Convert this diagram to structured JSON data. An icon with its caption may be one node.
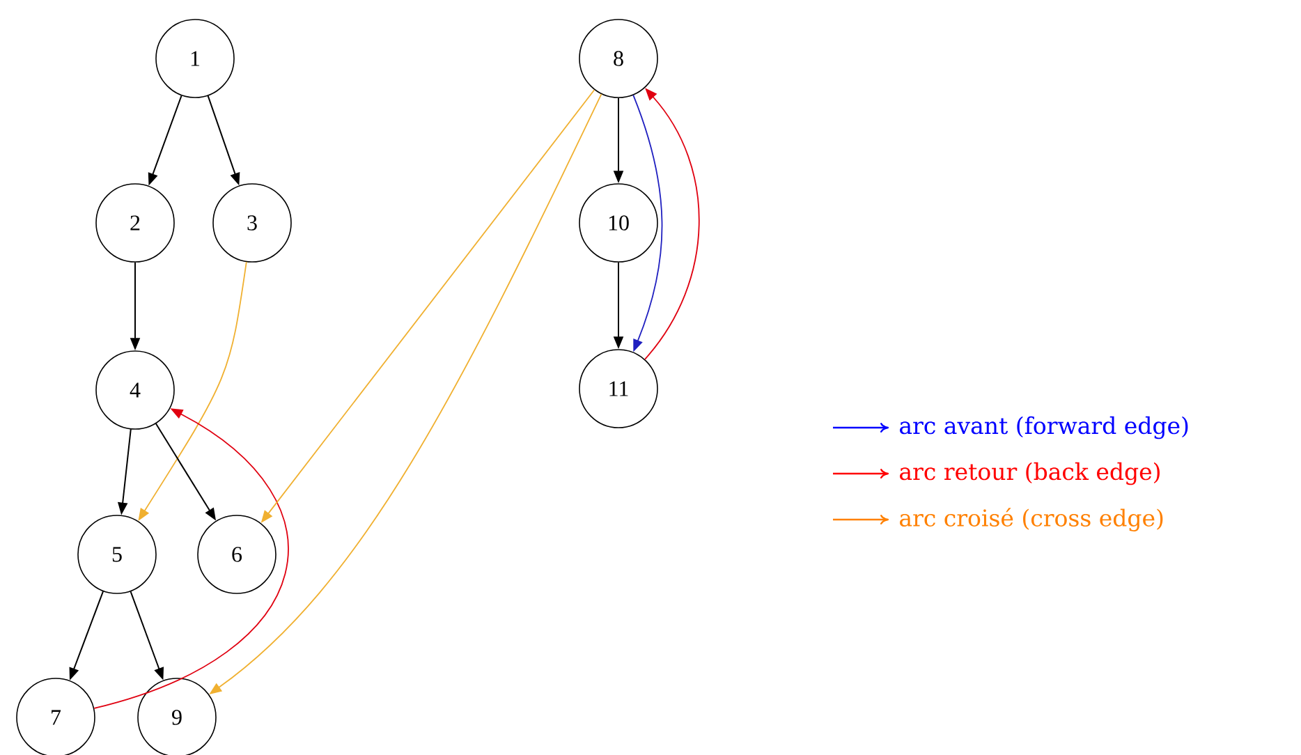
{
  "diagram": {
    "nodes": [
      {
        "text": [
          "1"
        ]
      },
      {
        "text": [
          "2"
        ]
      },
      {
        "text": [
          "3"
        ]
      },
      {
        "text": [
          "4"
        ]
      },
      {
        "text": [
          "5"
        ]
      },
      {
        "text": [
          "6"
        ]
      },
      {
        "text": [
          "7"
        ]
      },
      {
        "text": [
          "8"
        ]
      },
      {
        "text": [
          "9"
        ]
      },
      {
        "text": [
          "10"
        ]
      },
      {
        "text": [
          "11"
        ]
      }
    ],
    "edges": [
      {
        "from": 0,
        "to": 1,
        "arrow": "to"
      },
      {
        "from": 0,
        "to": 2,
        "arrow": "to"
      },
      {
        "from": 1,
        "to": 3,
        "arrow": "to"
      },
      {
        "from": 2,
        "to": 4,
        "arrow": "to",
        "color": "#f0b030"
      },
      {
        "from": 3,
        "to": 4,
        "arrow": "to"
      },
      {
        "from": 3,
        "to": 5,
        "arrow": "to"
      },
      {
        "from": 4,
        "to": 6,
        "arrow": "to"
      },
      {
        "from": 4,
        "to": 8,
        "arrow": "to"
      },
      {
        "from": 6,
        "to": 3,
        "arrow": "to",
        "color": "#e00010"
      },
      {
        "from": 7,
        "to": 9,
        "arrow": "to"
      },
      {
        "from": 7,
        "to": 10,
        "arrow": "to",
        "color": "#2020c0"
      },
      {
        "from": 9,
        "to": 10,
        "arrow": "to"
      },
      {
        "from": 10,
        "to": 7,
        "arrow": "to",
        "color": "#e00010"
      },
      {
        "from": 7,
        "to": 5,
        "arrow": "to",
        "color": "#f0b030"
      },
      {
        "from": 7,
        "to": 8,
        "arrow": "to",
        "color": "#f0b030"
      }
    ],
    "legend": [
      {
        "text": "arc avant (forward edge)",
        "color": "#0000ff"
      },
      {
        "text": "arc retour (back edge)",
        "color": "#ff0000"
      },
      {
        "text": "arc croisé (cross edge)",
        "color": "#ff8000"
      }
    ]
  }
}
